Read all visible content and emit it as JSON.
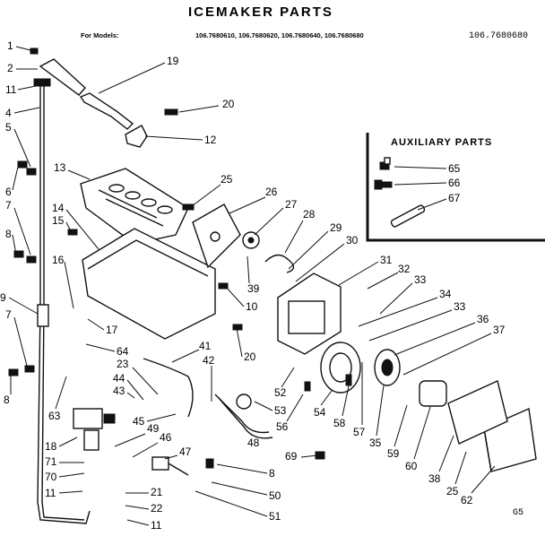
{
  "title": "ICEMAKER PARTS",
  "models_label": "For Models:",
  "models_list": "106.7680610, 106.7680620, 106.7680640, 106.7680680",
  "model_extra": "106.7680680",
  "auxiliary_label": "AUXILIARY PARTS",
  "corner_code": "G5",
  "part_numbers": [
    "1",
    "2",
    "11",
    "4",
    "5",
    "6",
    "7",
    "8",
    "9",
    "7",
    "8",
    "13",
    "14",
    "15",
    "16",
    "17",
    "19",
    "20",
    "12",
    "25",
    "26",
    "27",
    "28",
    "29",
    "30",
    "39",
    "10",
    "31",
    "32",
    "33",
    "34",
    "33",
    "36",
    "37",
    "41",
    "42",
    "20",
    "64",
    "23",
    "44",
    "43",
    "45",
    "49",
    "46",
    "47",
    "48",
    "52",
    "53",
    "56",
    "54",
    "58",
    "57",
    "35",
    "59",
    "60",
    "38",
    "25",
    "62",
    "63",
    "18",
    "71",
    "70",
    "11",
    "21",
    "22",
    "11",
    "8",
    "50",
    "51",
    "69",
    "65",
    "66",
    "67"
  ]
}
